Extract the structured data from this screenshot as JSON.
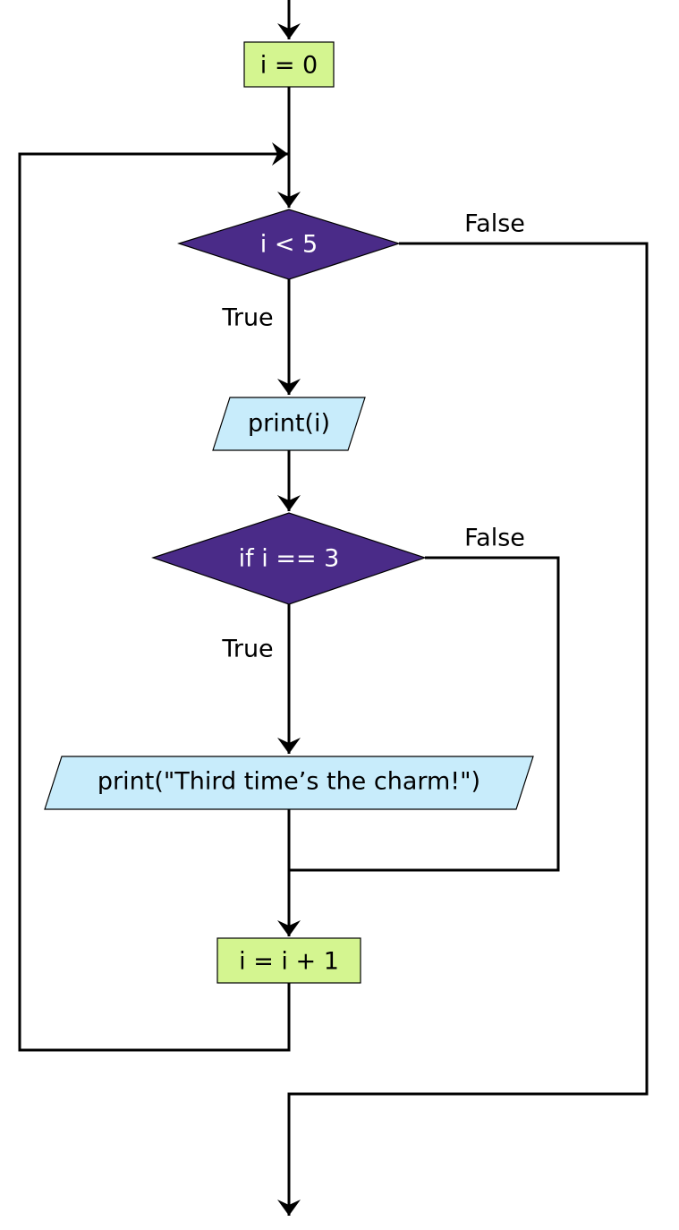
{
  "colors": {
    "process_fill": "#d4f590",
    "decision_fill": "#4a2b88",
    "io_fill": "#c8ecfb",
    "decision_text": "#ffffff",
    "text": "#000000",
    "line": "#000000"
  },
  "nodes": {
    "init": {
      "type": "process",
      "label": "i = 0"
    },
    "loop_condition": {
      "type": "decision",
      "label": "i < 5"
    },
    "print_i": {
      "type": "io",
      "label": "print(i)"
    },
    "if_condition": {
      "type": "decision",
      "label": "if i == 3"
    },
    "print_charm": {
      "type": "io",
      "label": "print(\"Third time’s the charm!\")"
    },
    "increment": {
      "type": "process",
      "label": "i = i + 1"
    }
  },
  "edge_labels": {
    "loop_false": "False",
    "loop_true": "True",
    "if_false": "False",
    "if_true": "True"
  }
}
